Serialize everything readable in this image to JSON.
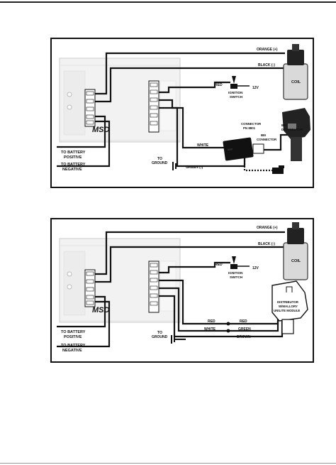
{
  "diagram1": {
    "wires": {
      "orange": "ORANGE (+)",
      "black": "BLACK (-)",
      "red": "RED",
      "white": "WHITE",
      "green": "GREEN (-)"
    },
    "coil": "COIL",
    "switch": [
      "IGNITION",
      "SWITCH"
    ],
    "voltage": "12V",
    "connector": [
      "CONNECTOR",
      "PN 8801"
    ],
    "distributor": [
      "BEI",
      "DISTRIBUTOR"
    ],
    "bei_connector": [
      "BEI",
      "CONNECTOR"
    ],
    "ground": [
      "TO",
      "GROUND"
    ],
    "battery_pos": [
      "TO BATTERY",
      "POSITIVE"
    ],
    "battery_neg": [
      "TO BATTERY",
      "NEGATIVE"
    ],
    "module_logo": "MSD"
  },
  "diagram2": {
    "wires": {
      "orange": "ORANGE (+)",
      "black": "BLACK (-)",
      "red_switch": "RED",
      "red_left": "RED",
      "red_right": "RED",
      "white": "WHITE",
      "green": "GREEN",
      "brown": "BROWN"
    },
    "coil": "COIL",
    "switch": [
      "IGNITION",
      "SWITCH"
    ],
    "voltage": "12V",
    "distributor": [
      "DISTRIBUTOR",
      "W/MALLORY",
      "UNILITE MODULE"
    ],
    "ground": [
      "TO",
      "GROUND"
    ],
    "battery_pos": [
      "TO BATTERY",
      "POSITIVE"
    ],
    "battery_neg": [
      "TO BATTERY",
      "NEGATIVE"
    ],
    "module_logo": "MSD"
  }
}
